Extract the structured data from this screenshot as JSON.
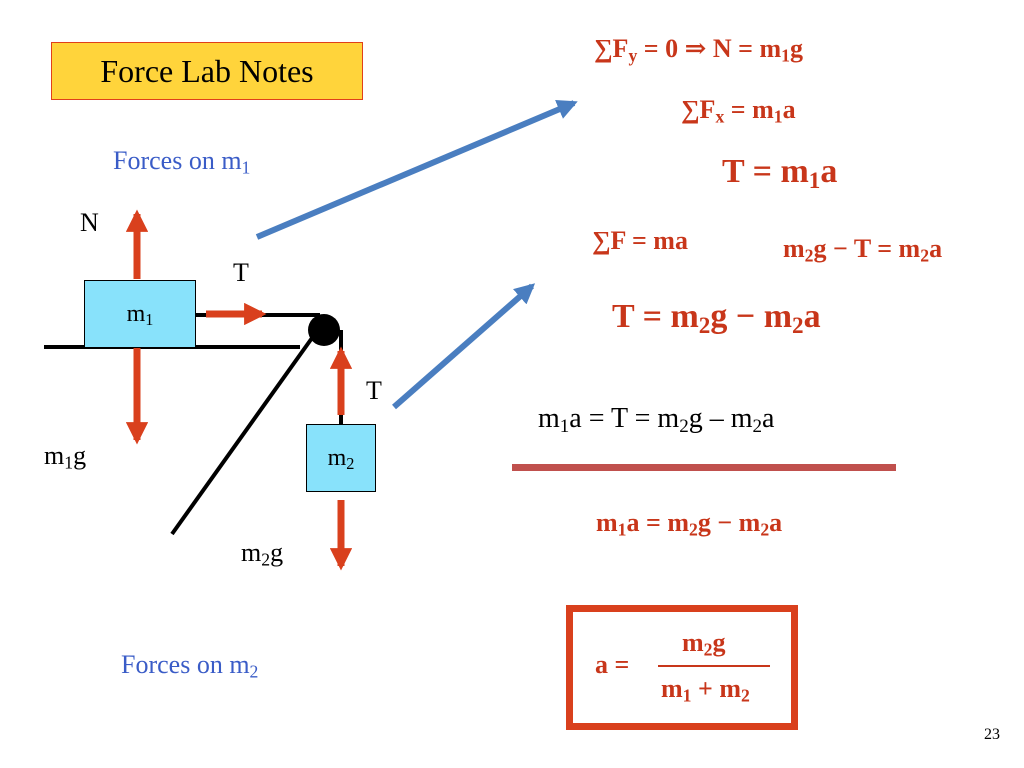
{
  "title": "Force Lab Notes",
  "labels": {
    "forces_on_m1": "Forces on m",
    "forces_on_m1_sub": "1",
    "forces_on_m2": "Forces on m",
    "forces_on_m2_sub": "2",
    "normal": "N",
    "tension_m1": "T",
    "tension_m2": "T",
    "weight_m1": "m",
    "weight_m1_sub": "1",
    "weight_m1_g": "g",
    "weight_m2": "m",
    "weight_m2_sub": "2",
    "weight_m2_g": "g"
  },
  "blocks": {
    "m1": {
      "base": "m",
      "sub": "1"
    },
    "m2": {
      "base": "m",
      "sub": "2"
    }
  },
  "equations": {
    "sum_fy": {
      "sigma": "∑",
      "f": "F",
      "sub": "y",
      "rest_a": " = 0 ⇒ N = m",
      "sub2": "1",
      "rest_b": "g"
    },
    "sum_fx": {
      "sigma": "∑",
      "f": "F",
      "sub": "x",
      "rest_a": " = m",
      "sub2": "1",
      "rest_b": "a"
    },
    "t_eq_m1a": {
      "a": "T = m",
      "sub": "1",
      "b": "a"
    },
    "newton2": {
      "sigma": "∑",
      "rest": "F = ma"
    },
    "m2_eq": {
      "a": "m",
      "sub1": "2",
      "b": "g − T = m",
      "sub2": "2",
      "c": "a"
    },
    "t_eq_big": {
      "a": "T = m",
      "sub1": "2",
      "b": "g − m",
      "sub2": "2",
      "c": "a"
    },
    "combined": {
      "a": "m",
      "sub1": "1",
      "b": "a = T = m",
      "sub2": "2",
      "c": "g – m",
      "sub3": "2",
      "d": "a"
    },
    "reduced": {
      "a": "m",
      "sub1": "1",
      "b": "a = m",
      "sub2": "2",
      "c": "g − m",
      "sub3": "2",
      "d": "a"
    },
    "result": {
      "lhs": "a =",
      "num_a": "m",
      "num_sub": "2",
      "num_b": "g",
      "den_a": "m",
      "den_sub1": "1",
      "den_b": " + m",
      "den_sub2": "2"
    }
  },
  "colors": {
    "force_arrow": "#d9401d",
    "pointer_arrow": "#4a7ec0",
    "title_fill": "#ffd43b",
    "block_fill": "#88e2fb",
    "divider": "#c0504d"
  },
  "page_number": "23"
}
